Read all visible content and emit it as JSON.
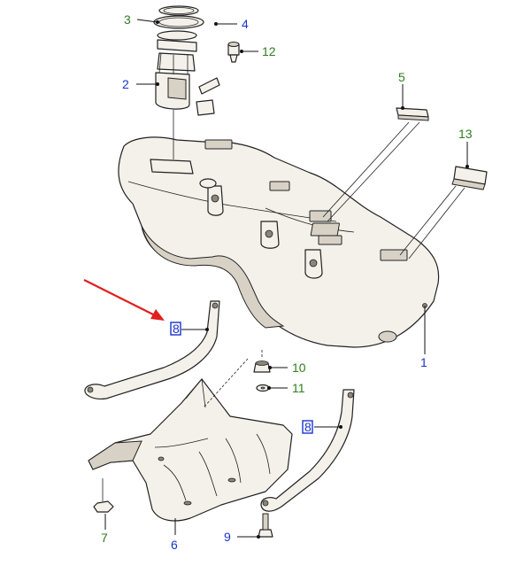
{
  "callouts": {
    "c1": "1",
    "c2": "2",
    "c3": "3",
    "c4": "4",
    "c5": "5",
    "c6": "6",
    "c7": "7",
    "c8a": "8",
    "c8b": "8",
    "c9": "9",
    "c10": "10",
    "c11": "11",
    "c12": "12",
    "c13": "13"
  },
  "colors": {
    "callout_blue": "#1a33cc",
    "callout_green": "#2e7d1f",
    "highlight_arrow": "#e02020"
  }
}
